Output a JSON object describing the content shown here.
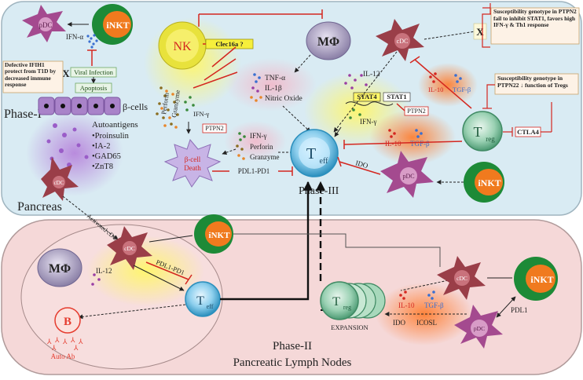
{
  "regions": {
    "pancreas": "Pancreas",
    "phase1": "Phase-I",
    "phase2": "Phase-II",
    "lymph": "Pancreatic Lymph Nodes",
    "phase3": "Phase-III"
  },
  "cells": {
    "pdc": "pDC",
    "inkt": "iNKT",
    "cdc": "cDC",
    "nk": "NK",
    "macrophage": "MΦ",
    "treg_T": "T",
    "treg_sub": "reg",
    "teff_T": "T",
    "teff_sub": "eff",
    "b_cell": "B",
    "beta_cells": "β-cells",
    "beta_death_1": "β-cell",
    "beta_death_2": "Death"
  },
  "labels": {
    "ifn_alpha": "IFN-α",
    "viral_infection": "Viral Infection",
    "apoptosis": "Apoptosis",
    "ifih1_note": "Defective IFIH1 protect from T1D by decreased immune response",
    "autoantigens": "Autoantigens",
    "antigens": [
      "•Proinsulin",
      "•IA-2",
      "•GAD65",
      "•ZnT8"
    ],
    "clec16a": "Clec16a ?",
    "perforin": "Perforin",
    "granzyme": "Granzyme",
    "ifn_gamma": "IFN-γ",
    "ptpn2": "PTPN2",
    "tnf_alpha": "TNF-α",
    "il1b": "IL-1β",
    "nitric_oxide": "Nitric Oxide",
    "il12": "IL-12",
    "stat4": "STAT4",
    "stat1": "STAT1",
    "il10": "IL-10",
    "tgf_beta": "TGF-β",
    "ptpn2_note": "Susceptibility genotype in PTPN2 fail to inhibit STAT1, favors high IFN-γ & Th1 response",
    "ptpn22_note": "Susceptibility genotype in PTPN22 ↓ function of Tregs",
    "ctla4": "CTLA4",
    "pdl1_pd1": "PDL1-PD1",
    "ido": "IDO",
    "activated_cdc": "Activated cDC",
    "expansion": "EXPANSION",
    "icosl": "ICOSL",
    "pdl1": "PDL1",
    "auto_ab": "Auto Ab",
    "x_mark": "X"
  },
  "colors": {
    "pancreas_bg": "#d9ebf3",
    "lymph_bg": "#f5d8d8",
    "pdc": "#a44a8f",
    "cdc": "#9a3e48",
    "inkt_outer": "#1d8a37",
    "inkt_inner": "#f07a1e",
    "nk_outer": "#e8e23c",
    "teff": "#4eb1d8",
    "treg": "#7cc29b",
    "macrophage": "#8a7fa6",
    "inhibit_red": "#d4261f",
    "beta_death": "#c8b4e6",
    "b_cell": "#e53c2f"
  }
}
